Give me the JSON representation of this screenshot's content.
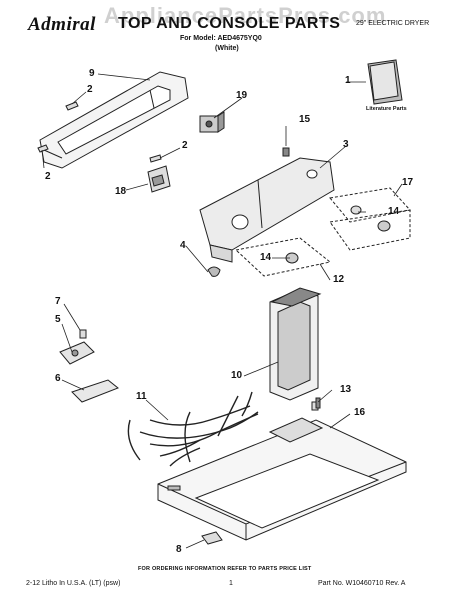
{
  "header": {
    "brand": "Admiral",
    "title": "TOP AND CONSOLE PARTS",
    "dryer_type": "29\" ELECTRIC DRYER",
    "model": "For Model: AED4675YQ0",
    "color": "(White)"
  },
  "watermark": "AppliancePartsPros.com",
  "callouts": [
    "1",
    "2",
    "2",
    "2",
    "3",
    "4",
    "5",
    "6",
    "7",
    "8",
    "9",
    "10",
    "11",
    "12",
    "13",
    "14",
    "14",
    "15",
    "16",
    "17",
    "18",
    "19"
  ],
  "literature_label": "Literature Parts",
  "footer": {
    "order_note": "FOR ORDERING INFORMATION REFER TO PARTS PRICE LIST",
    "left": "2-12 Litho In U.S.A. (LT) (psw)",
    "page": "1",
    "right": "Part No. W10460710 Rev. A"
  }
}
